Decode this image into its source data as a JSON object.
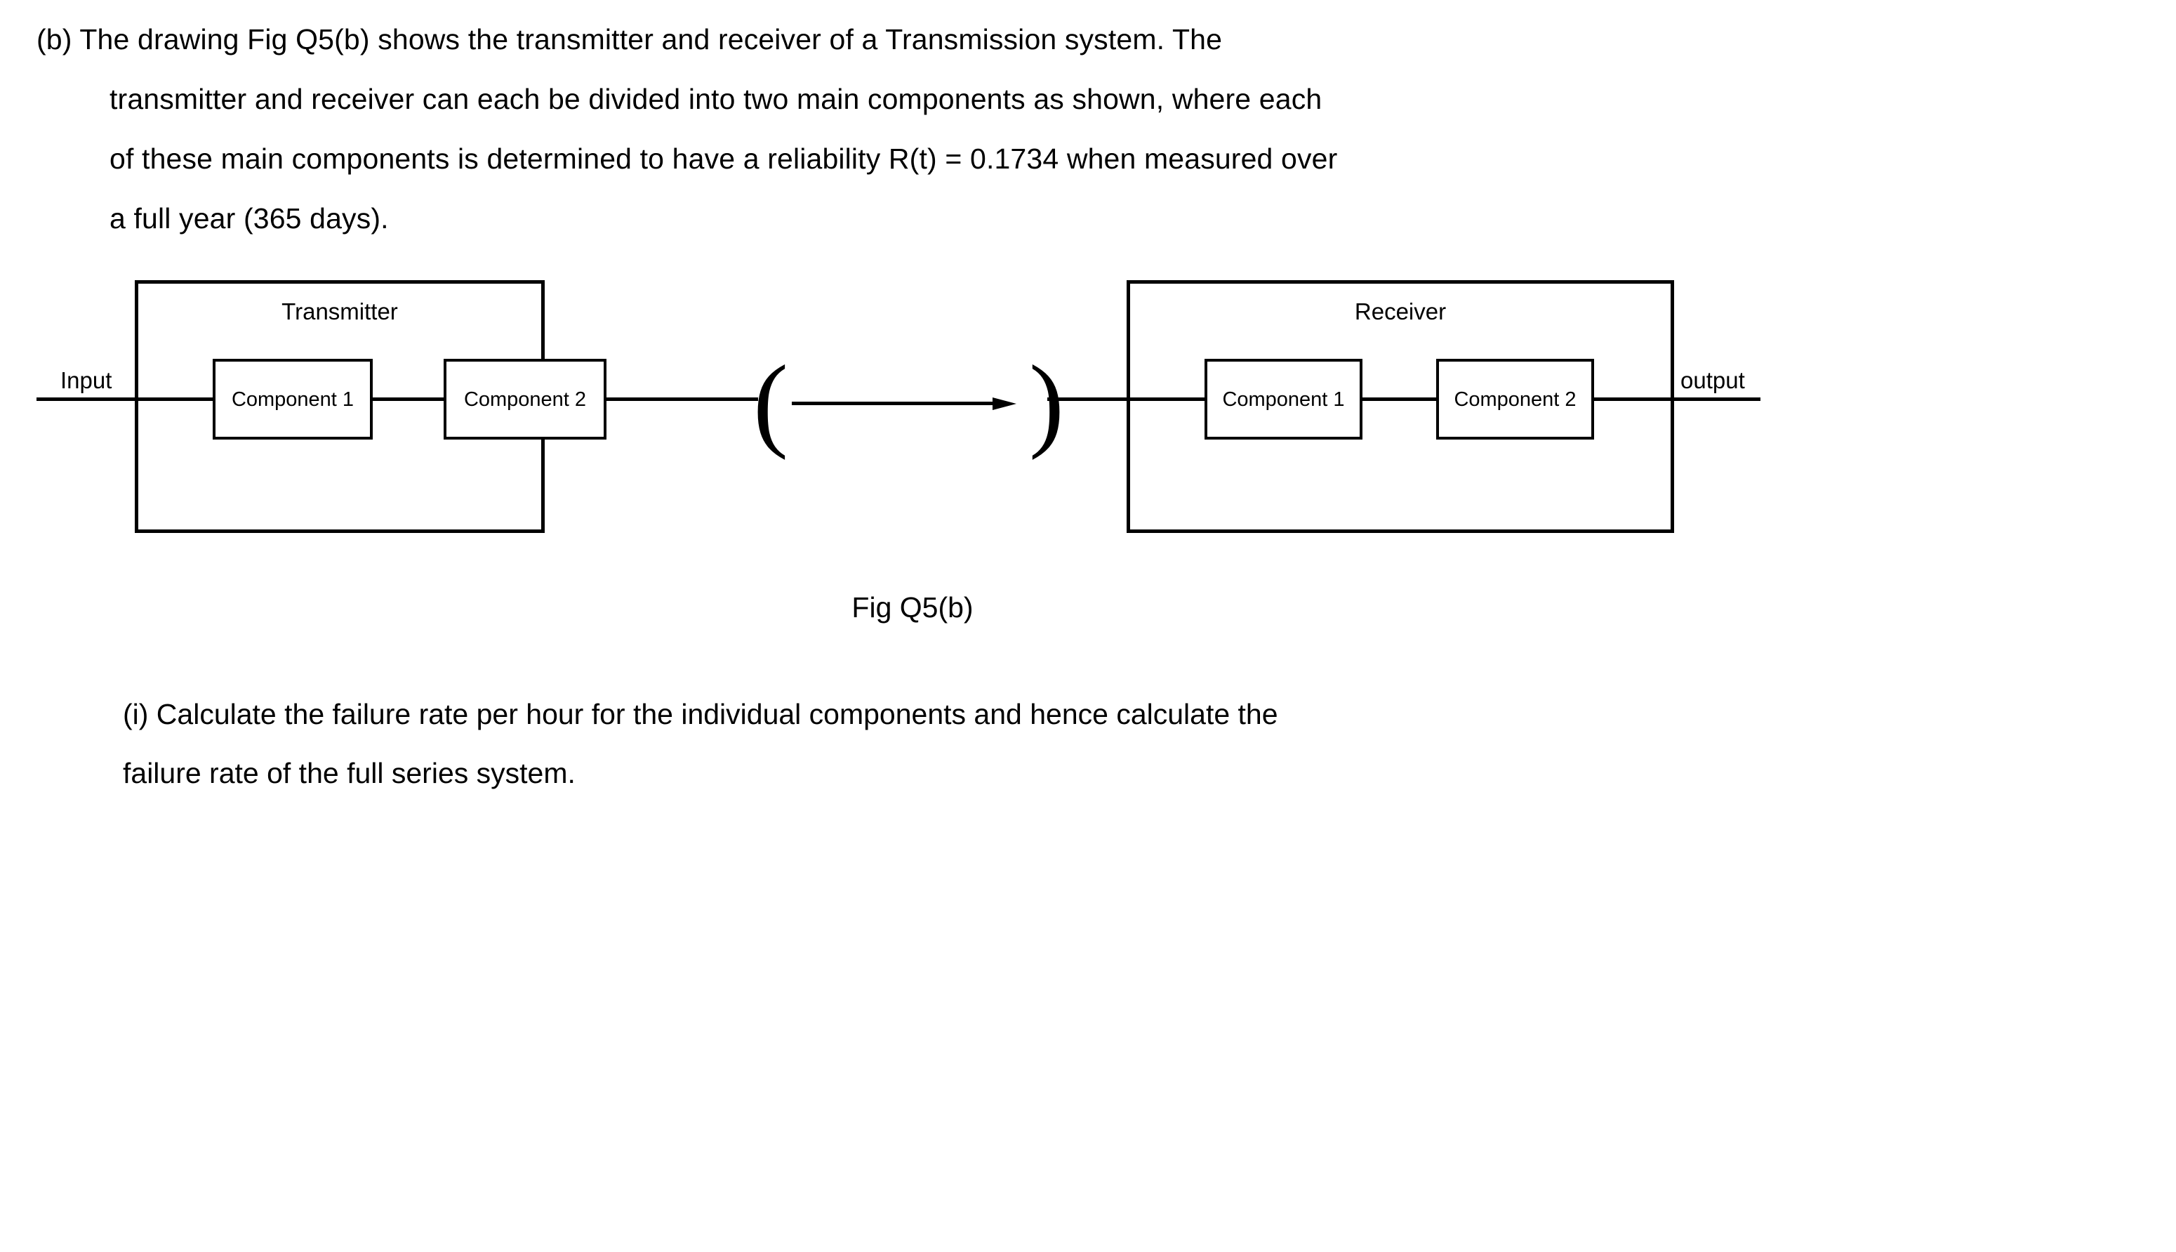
{
  "question": {
    "label": "(b)",
    "lines": [
      "(b) The drawing Fig Q5(b) shows the transmitter and receiver of a Transmission system.  The",
      "transmitter and receiver can each be divided into two main components as shown, where each",
      "of these main components is determined to have a reliability R(t) = 0.1734 when measured over",
      "a full year (365 days)."
    ],
    "reliability_value": "0.1734",
    "period_days": "365"
  },
  "diagram": {
    "input_label": "Input",
    "output_label": "output",
    "transmitter": {
      "title": "Transmitter",
      "components": [
        {
          "label": "Component 1"
        },
        {
          "label": "Component 2"
        }
      ]
    },
    "receiver": {
      "title": "Receiver",
      "components": [
        {
          "label": "Component 1"
        },
        {
          "label": "Component 2"
        }
      ]
    },
    "link": {
      "open_paren": "(",
      "close_paren": ")",
      "arrow_icon": "right-arrow-icon"
    }
  },
  "figure_caption": "Fig Q5(b)",
  "subquestion": {
    "lines": [
      "(i) Calculate the failure rate per hour for the individual components and hence calculate the",
      "failure rate of the full series system."
    ]
  }
}
